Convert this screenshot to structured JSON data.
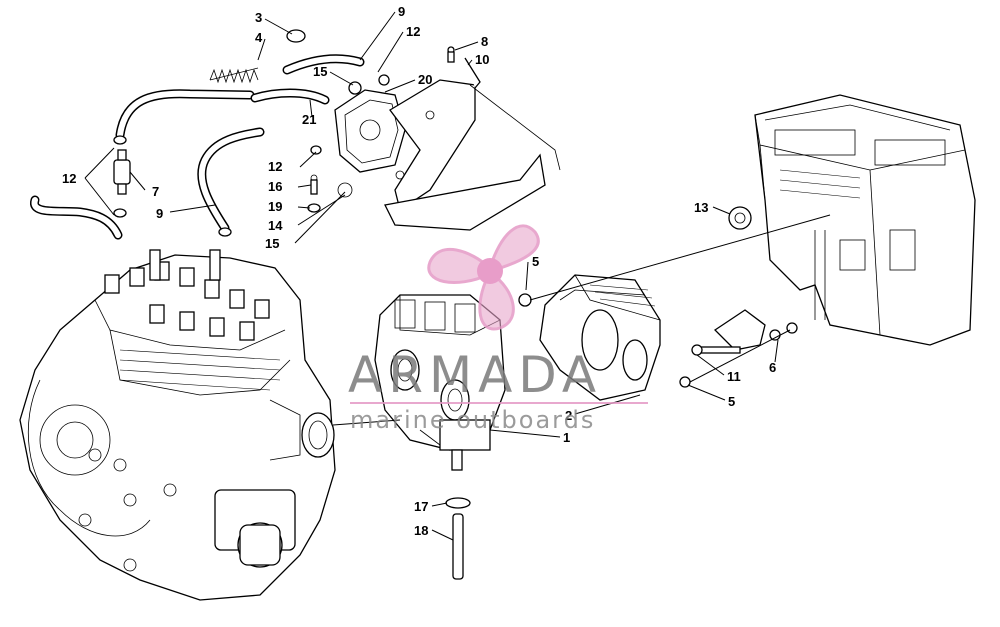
{
  "watermark": {
    "brand": "ARMADA",
    "tagline": "marine outboards",
    "colors": {
      "propeller": "#e8a6cc",
      "text": "#7a7a7a",
      "line": "#e59ac6"
    }
  },
  "callouts": {
    "c1": "1",
    "c2": "2",
    "c3": "3",
    "c4": "4",
    "c5a": "5",
    "c5b": "5",
    "c6": "6",
    "c7": "7",
    "c8": "8",
    "c9a": "9",
    "c9b": "9",
    "c10": "10",
    "c11": "11",
    "c12a": "12",
    "c12b": "12",
    "c12c": "12",
    "c13": "13",
    "c14": "14",
    "c15a": "15",
    "c15b": "15",
    "c16": "16",
    "c17": "17",
    "c18": "18",
    "c19": "19",
    "c20": "20",
    "c21": "21"
  },
  "icons": {
    "engine": "engine-block-icon",
    "carburetor": "carburetor-icon",
    "fuel_pump": "fuel-pump-icon",
    "air_silencer": "air-silencer-icon",
    "airbox": "air-intake-box-icon",
    "propeller": "propeller-logo-icon"
  }
}
